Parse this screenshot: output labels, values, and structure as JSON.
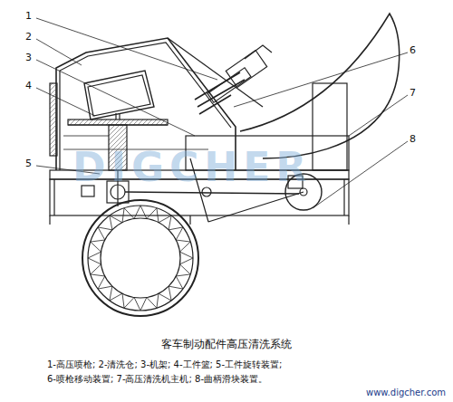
{
  "diagram": {
    "caption": "客车制动配件高压清洗系统",
    "labels": [
      "1",
      "2",
      "3",
      "4",
      "5",
      "6",
      "7",
      "8",
      "1-高压喷枪; 2-清洗仓; 3-机架; 4-工件篮; 5-工件旋转装置;",
      "6-喷枪移动装置; 7-高压清洗机主机; 8-曲柄滑块装置。",
      "www.digcher.com",
      "DIGCHER"
    ]
  }
}
